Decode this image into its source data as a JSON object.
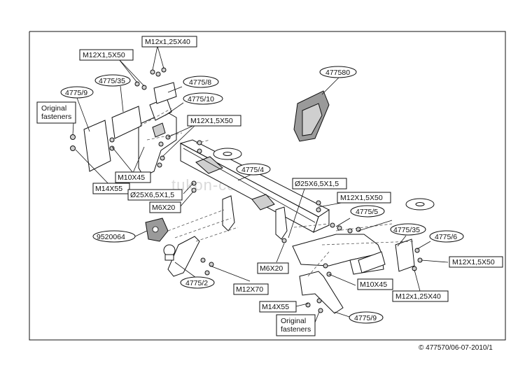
{
  "watermark": "tukon-center",
  "copyright": "© 477570/06-07-2010/1",
  "callouts": {
    "c_m12x125x40_top": "M12x1,25X40",
    "c_m12x15x50_top": "M12X1,5X50",
    "c_4775_35_left": "4775/35",
    "c_4775_8": "4775/8",
    "c_4775_9_left": "4775/9",
    "c_4775_10": "4775/10",
    "c_original_left": "Original\nfasteners",
    "c_m12x15x50_mid": "M12X1,5X50",
    "c_477580": "477580",
    "c_4775_4": "4775/4",
    "c_o25_right": "Ø25X6,5X1,5",
    "c_m10x45_left": "M10X45",
    "c_m14x55_left": "M14X55",
    "c_o25_left": "Ø25X6,5X1,5",
    "c_m6x20_left": "M6X20",
    "c_m12x15x50_right": "M12X1,5X50",
    "c_4775_5": "4775/5",
    "c_9520064": "9520064",
    "c_4775_35_right": "4775/35",
    "c_4775_6": "4775/6",
    "c_m6x20_right": "M6X20",
    "c_m12x15x50_far": "M12X1,5X50",
    "c_4775_2": "4775/2",
    "c_m12x70": "M12X70",
    "c_m10x45_right": "M10X45",
    "c_m12x125x40_bottom": "M12x1,25X40",
    "c_m14x55_right": "M14X55",
    "c_4775_9_right": "4775/9",
    "c_original_right": "Original\nfasteners"
  }
}
